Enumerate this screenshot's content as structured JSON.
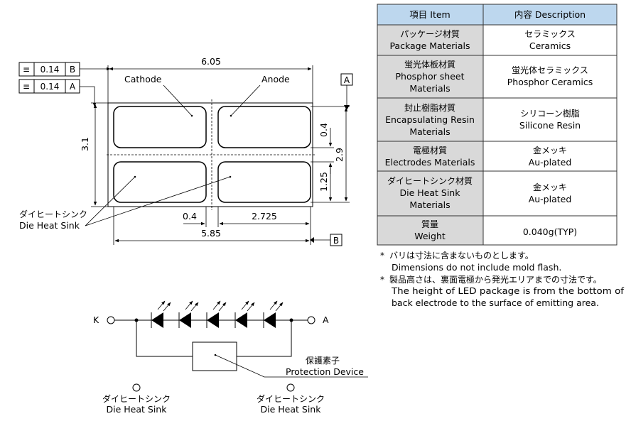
{
  "outline": {
    "tol1": {
      "symbol": "≡",
      "value": "0.14",
      "datum": "B"
    },
    "tol2": {
      "symbol": "≡",
      "value": "0.14",
      "datum": "A"
    },
    "dim_top_width": "6.05",
    "dim_bottom_width": "5.85",
    "dim_gap": "0.4",
    "dim_pad_width": "2.725",
    "dim_height_left": "3.1",
    "dim_height_right": "2.9",
    "dim_gap_vertical": "0.4",
    "dim_pad_height": "1.25",
    "datum_a": "A",
    "datum_b": "B",
    "label_cathode": "Cathode",
    "label_anode": "Anode",
    "label_heat_sink_jp": "ダイヒートシンク",
    "label_heat_sink_en": "Die Heat Sink"
  },
  "table": {
    "header": {
      "item": "項目 Item",
      "description": "内容 Description"
    },
    "rows": [
      {
        "item_lines": [
          "パッケージ材質",
          "Package Materials"
        ],
        "desc_lines": [
          "セラミックス",
          "Ceramics"
        ]
      },
      {
        "item_lines": [
          "蛍光体板材質",
          "Phosphor sheet",
          "Materials"
        ],
        "desc_lines": [
          "蛍光体セラミックス",
          "Phosphor Ceramics"
        ]
      },
      {
        "item_lines": [
          "封止樹脂材質",
          "Encapsulating Resin",
          "Materials"
        ],
        "desc_lines": [
          "シリコーン樹脂",
          "Silicone Resin"
        ]
      },
      {
        "item_lines": [
          "電極材質",
          "Electrodes Materials"
        ],
        "desc_lines": [
          "金メッキ",
          "Au-plated"
        ]
      },
      {
        "item_lines": [
          "ダイヒートシンク材質",
          "Die Heat Sink",
          "Materials"
        ],
        "desc_lines": [
          "金メッキ",
          "Au-plated"
        ]
      },
      {
        "item_lines": [
          "質量",
          "Weight"
        ],
        "desc_lines": [
          "0.040g(TYP)"
        ]
      }
    ]
  },
  "notes": [
    {
      "bullet": "*",
      "jp": "バリは寸法に含まないものとします。",
      "en_lines": [
        "Dimensions do not include mold flash."
      ]
    },
    {
      "bullet": "*",
      "jp": "製品高さは、裏面電極から発光エリアまでの寸法です。",
      "en_lines": [
        "The height of LED package is from the bottom of",
        "back electrode to the surface of emitting area."
      ]
    }
  ],
  "circuit": {
    "terminal_k": "K",
    "terminal_a": "A",
    "led_count": 5,
    "protection_jp": "保護素子",
    "protection_en": "Protection Device",
    "heat_sink_jp": "ダイヒートシンク",
    "heat_sink_en": "Die Heat Sink"
  }
}
